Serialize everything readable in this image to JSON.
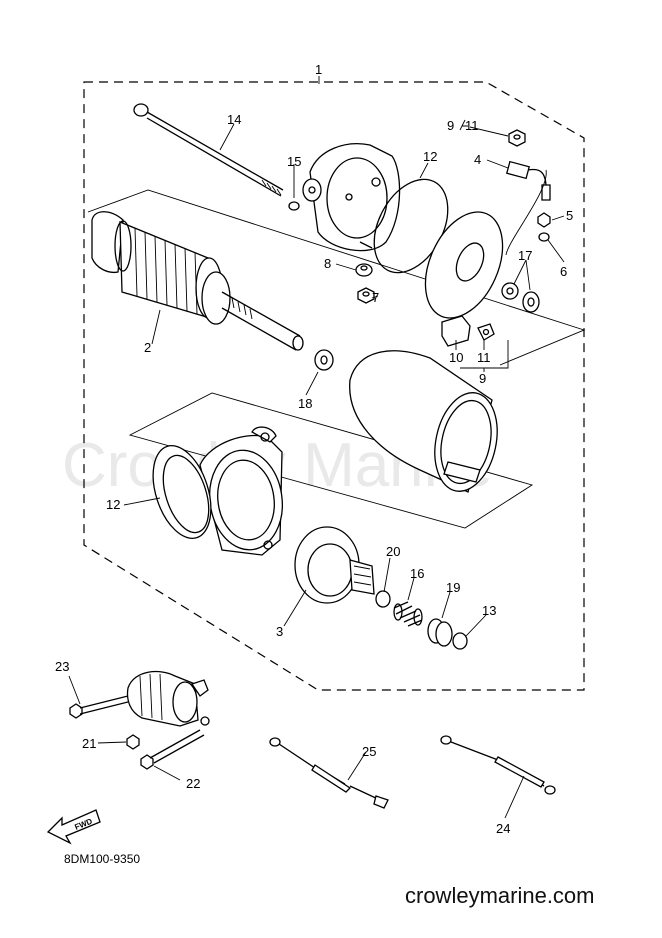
{
  "watermark_text": "Crowley Marine",
  "footer_code": "8DM100-9350",
  "footer_site": "crowleymarine.com",
  "fwd_label": "FWD",
  "labels": {
    "l1": "1",
    "l2": "2",
    "l3": "3",
    "l4": "4",
    "l5": "5",
    "l6": "6",
    "l7": "7",
    "l8": "8",
    "l9a": "9",
    "l11a": "11",
    "l9b": "9",
    "l10": "10",
    "l11b": "11",
    "l12a": "12",
    "l12b": "12",
    "l13": "13",
    "l14": "14",
    "l15": "15",
    "l16": "16",
    "l17": "17",
    "l18": "18",
    "l19": "19",
    "l20": "20",
    "l21": "21",
    "l22": "22",
    "l23": "23",
    "l24": "24",
    "l25": "25"
  }
}
